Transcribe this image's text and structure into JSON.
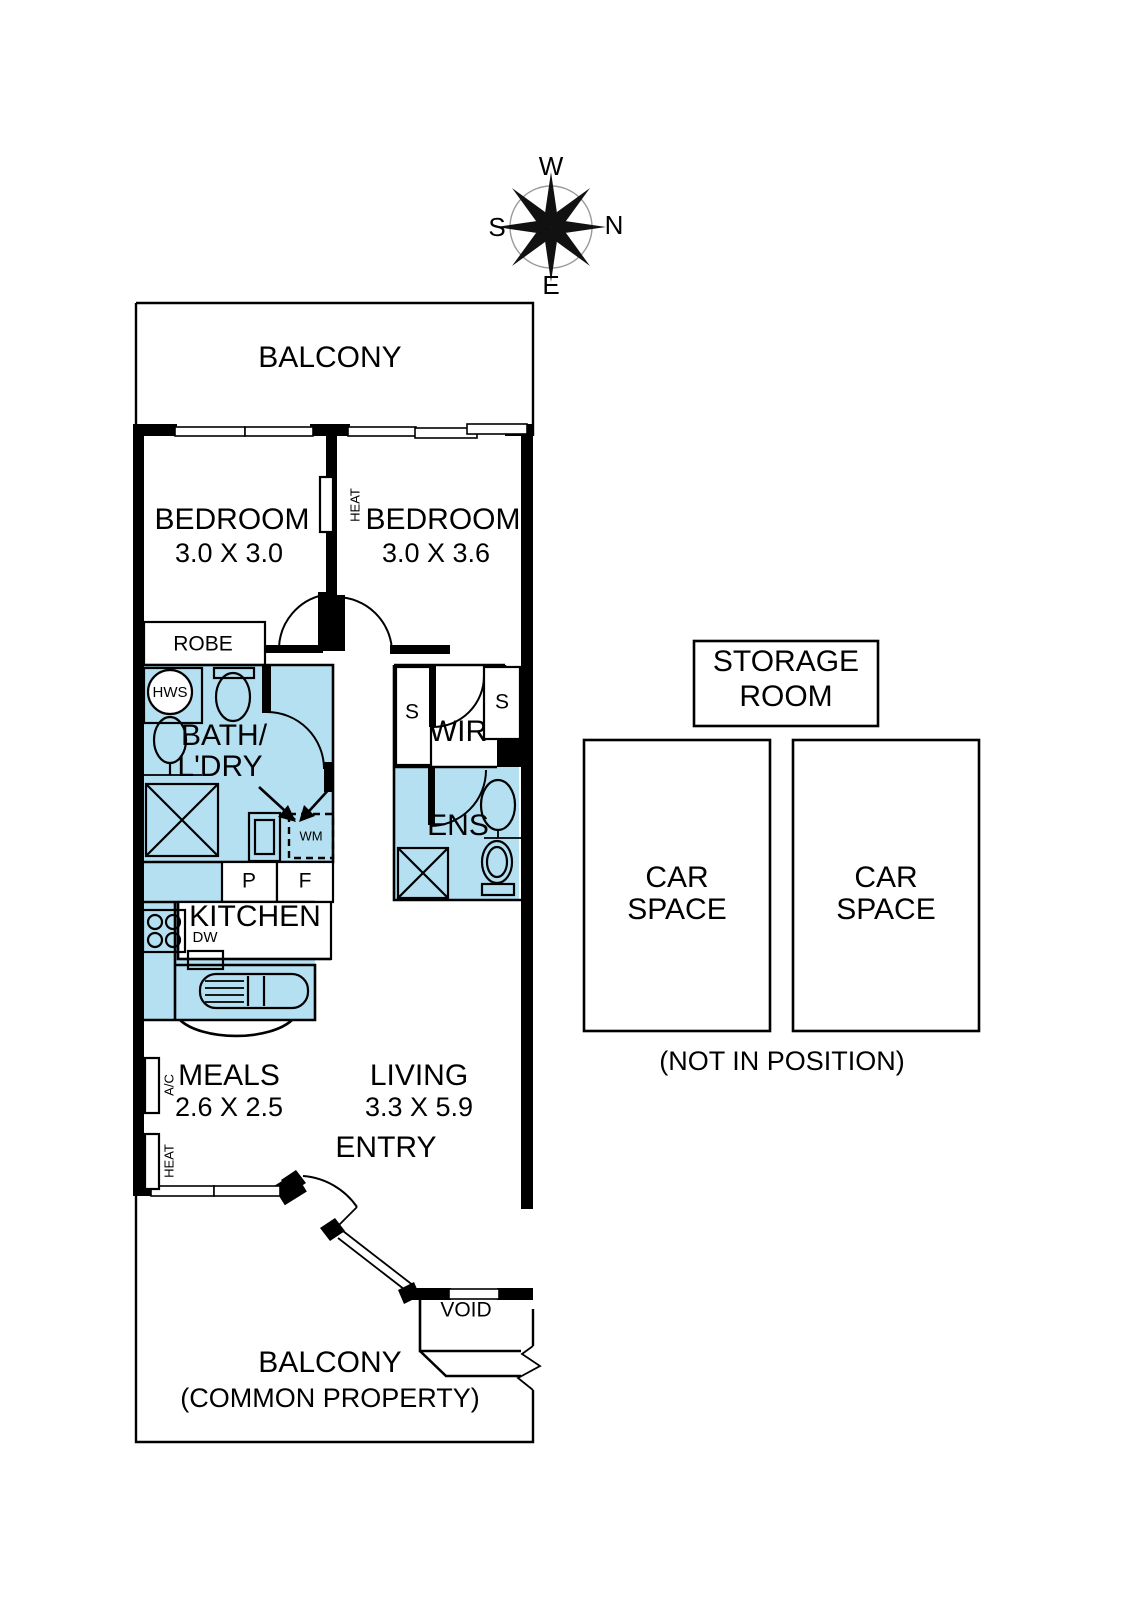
{
  "document": {
    "type": "real-estate-floor-plan",
    "orientation_note": "compass rose with W up, N right, E down, S left"
  },
  "compass": {
    "name": "compass-rose",
    "north": "N",
    "south": "S",
    "east": "E",
    "west": "W"
  },
  "rooms": [
    {
      "id": "balcony_top",
      "label": "BALCONY",
      "dimensions": ""
    },
    {
      "id": "bedroom_1",
      "label": "BEDROOM",
      "dimensions": "3.0 X 3.0"
    },
    {
      "id": "bedroom_2",
      "label": "BEDROOM",
      "dimensions": "3.0 X 3.6"
    },
    {
      "id": "robe",
      "label": "ROBE",
      "dimensions": ""
    },
    {
      "id": "bath_laundry",
      "label": "BATH/",
      "label2": "L'DRY",
      "dimensions": ""
    },
    {
      "id": "wir",
      "label": "WIR",
      "dimensions": ""
    },
    {
      "id": "ensuite",
      "label": "ENS",
      "dimensions": ""
    },
    {
      "id": "kitchen",
      "label": "KITCHEN",
      "dimensions": ""
    },
    {
      "id": "meals",
      "label": "MEALS",
      "dimensions": "2.6 X 2.5"
    },
    {
      "id": "living",
      "label": "LIVING",
      "dimensions": "3.3 X 5.9"
    },
    {
      "id": "entry",
      "label": "ENTRY",
      "dimensions": ""
    },
    {
      "id": "void",
      "label": "VOID",
      "dimensions": ""
    },
    {
      "id": "balcony_bottom",
      "label": "BALCONY",
      "sublabel": "(COMMON PROPERTY)"
    }
  ],
  "fixtures": {
    "hws": "HWS",
    "washing_machine": "WM",
    "dishwasher": "DW",
    "pantry": "P",
    "fridge": "F",
    "store_left": "S",
    "store_right": "S",
    "heater_bedroom": "HEAT",
    "heater_meals": "HEAT",
    "air_conditioner": "A/C"
  },
  "parking": {
    "storage_room": {
      "line1": "STORAGE",
      "line2": "ROOM"
    },
    "car_space_left": {
      "line1": "CAR",
      "line2": "SPACE"
    },
    "car_space_right": {
      "line1": "CAR",
      "line2": "SPACE"
    },
    "note": "(NOT IN POSITION)"
  },
  "colors": {
    "wet_area_fill": "#b5e0f2",
    "wall": "#000000",
    "background": "#ffffff"
  }
}
